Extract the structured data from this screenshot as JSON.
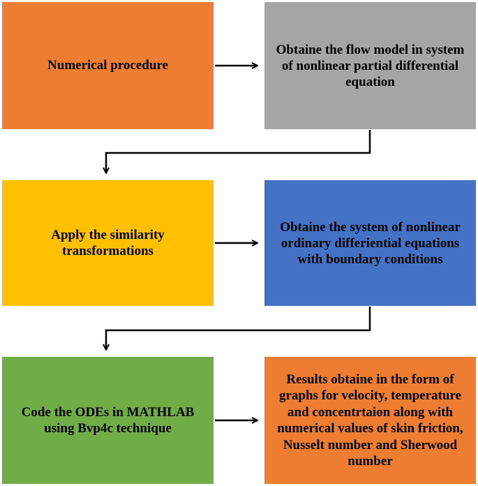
{
  "colors": {
    "orange": "#ED7D31",
    "gray": "#A5A5A5",
    "yellow": "#FFC000",
    "blue": "#4472C4",
    "green": "#70AD47",
    "arrow": "#000000"
  },
  "boxes": [
    {
      "text": "Numerical procedure",
      "color": "#ED7D31"
    },
    {
      "text": "Obtaine the flow model in system of nonlinear partial differential equation",
      "color": "#A5A5A5"
    },
    {
      "text": "Apply the similarity transformations",
      "color": "#FFC000"
    },
    {
      "text": "Obtaine the system of nonlinear ordinary differiential equations with boundary conditions",
      "color": "#4472C4"
    },
    {
      "text": "Code the ODEs in MATHLAB using Bvp4c technique",
      "color": "#70AD47"
    },
    {
      "text": "Results obtaine in the form of graphs for velocity, temperature and concentrtaion along with numerical values of skin friction, Nusselt number and Sherwood number",
      "color": "#ED7D31"
    }
  ]
}
